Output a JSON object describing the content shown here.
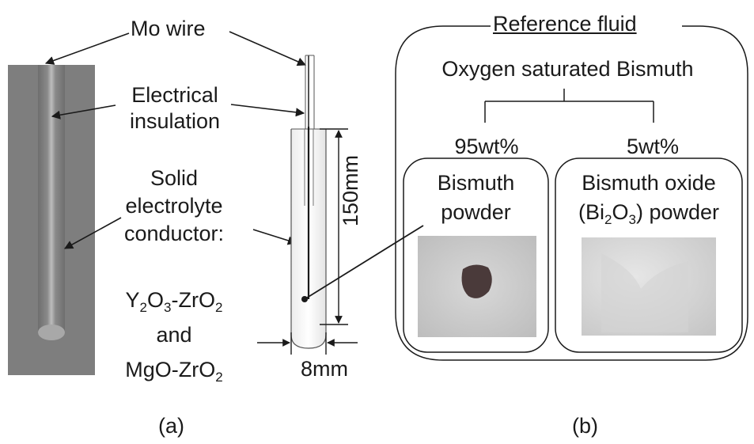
{
  "panel_a": {
    "label": "(a)",
    "mo_wire": "Mo wire",
    "insulation_line1": "Electrical",
    "insulation_line2": "insulation",
    "electrolyte_line1": "Solid",
    "electrolyte_line2": "electrolyte",
    "electrolyte_line3": "conductor:",
    "material1": {
      "a": "Y",
      "b": "2",
      "c": "O",
      "d": "3",
      "e": "-ZrO",
      "f": "2"
    },
    "and": "and",
    "material2": {
      "a": "MgO-ZrO",
      "b": "2"
    },
    "length": "150mm",
    "diameter": "8mm"
  },
  "panel_b": {
    "label": "(b)",
    "title": "Reference fluid",
    "subtitle": "Oxygen saturated Bismuth",
    "left_pct": "95wt%",
    "right_pct": "5wt%",
    "left_box_line1": "Bismuth",
    "left_box_line2": "powder",
    "right_box_line1": "Bismuth oxide",
    "right_box_line2_a": "(Bi",
    "right_box_line2_b": "2",
    "right_box_line2_c": "O",
    "right_box_line2_d": "3",
    "right_box_line2_e": ") powder"
  },
  "colors": {
    "photo_rod_bg": "#7c7c7c",
    "photo_rod_light": "#b8b8b8",
    "sample_bg": "#cfcfcf",
    "bismuth_blob": "#4a3a3a"
  }
}
